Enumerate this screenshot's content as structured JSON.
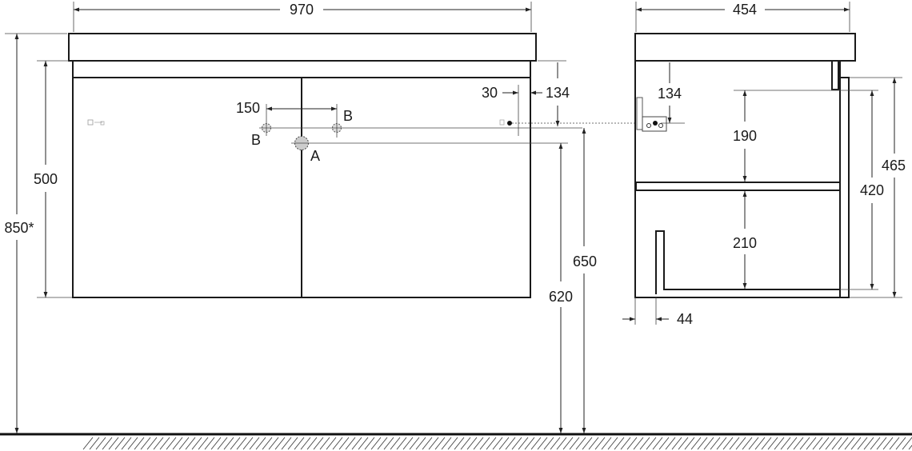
{
  "front_view": {
    "width": "970",
    "cabinet_height": "500",
    "total_height": "850*",
    "hole_spacing": "150",
    "side_offset": "30",
    "top_offset": "134",
    "drain_height": "620",
    "supply_height": "650",
    "label_a": "A",
    "label_b_left": "B",
    "label_b_right": "B"
  },
  "side_view": {
    "depth": "454",
    "top_offset": "134",
    "upper_shelf_height": "190",
    "lower_shelf_height": "210",
    "inner_height": "420",
    "outer_height": "465",
    "back_gap": "44"
  },
  "colors": {
    "line": "#1a1a1a",
    "background": "#ffffff"
  }
}
